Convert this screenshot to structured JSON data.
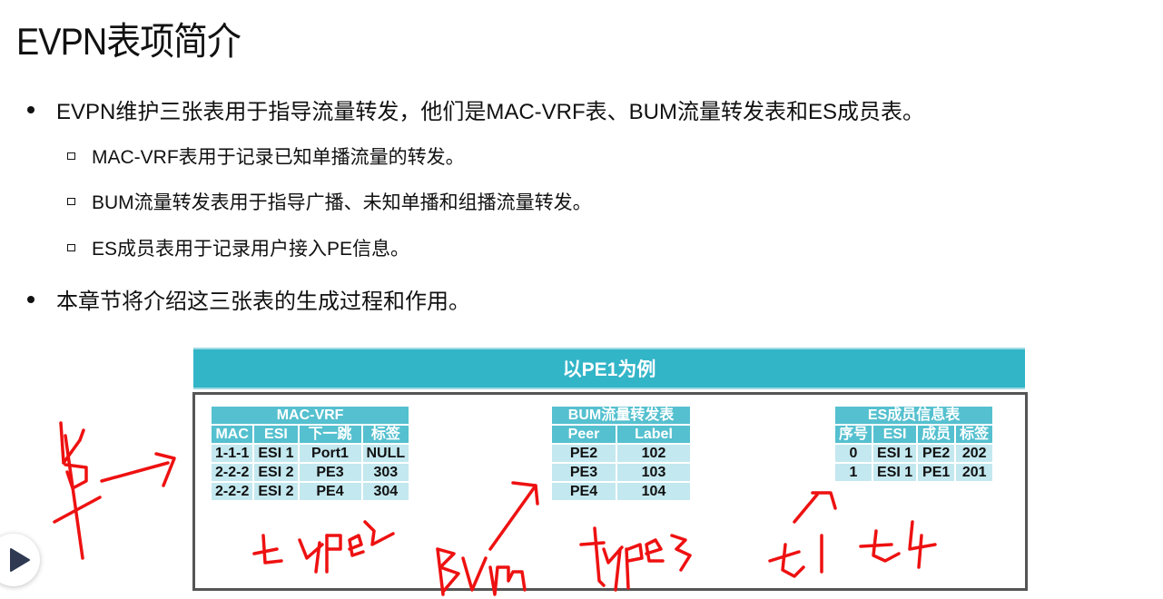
{
  "title": "EVPN表项简介",
  "bullets": [
    {
      "level": 1,
      "text": "EVPN维护三张表用于指导流量转发，他们是MAC-VRF表、BUM流量转发表和ES成员表。"
    },
    {
      "level": 2,
      "text": "MAC-VRF表用于记录已知单播流量的转发。"
    },
    {
      "level": 2,
      "text": "BUM流量转发表用于指导广播、未知单播和组播流量转发。"
    },
    {
      "level": 2,
      "text": "ES成员表用于记录用户接入PE信息。"
    },
    {
      "level": 1,
      "text": "本章节将介绍这三张表的生成过程和作用。"
    }
  ],
  "diagram": {
    "banner": "以PE1为例",
    "colors": {
      "banner": "#33b5c8",
      "header": "#55c0cf",
      "cell": "#c4e8ef",
      "ink": "#ee1111"
    },
    "mac_vrf": {
      "caption": "MAC-VRF",
      "headers": [
        "MAC",
        "ESI",
        "下一跳",
        "标签"
      ],
      "rows": [
        [
          "1-1-1",
          "ESI 1",
          "Port1",
          "NULL"
        ],
        [
          "2-2-2",
          "ESI 2",
          "PE3",
          "303"
        ],
        [
          "2-2-2",
          "ESI 2",
          "PE4",
          "304"
        ]
      ]
    },
    "bum": {
      "caption": "BUM流量转发表",
      "headers": [
        "Peer",
        "Label"
      ],
      "rows": [
        [
          "PE2",
          "102"
        ],
        [
          "PE3",
          "103"
        ],
        [
          "PE4",
          "104"
        ]
      ]
    },
    "es": {
      "caption": "ES成员信息表",
      "headers": [
        "序号",
        "ESI",
        "成员",
        "标签"
      ],
      "rows": [
        [
          "0",
          "ESI 1",
          "PE2",
          "202"
        ],
        [
          "1",
          "ESI 1",
          "PE1",
          "201"
        ]
      ]
    }
  },
  "annotations": {
    "left": "单→",
    "mac_vrf": "type2",
    "bum_label": "BUM",
    "bum": "type3",
    "es": "t1 t4"
  },
  "player": {
    "icon": "play-icon"
  }
}
